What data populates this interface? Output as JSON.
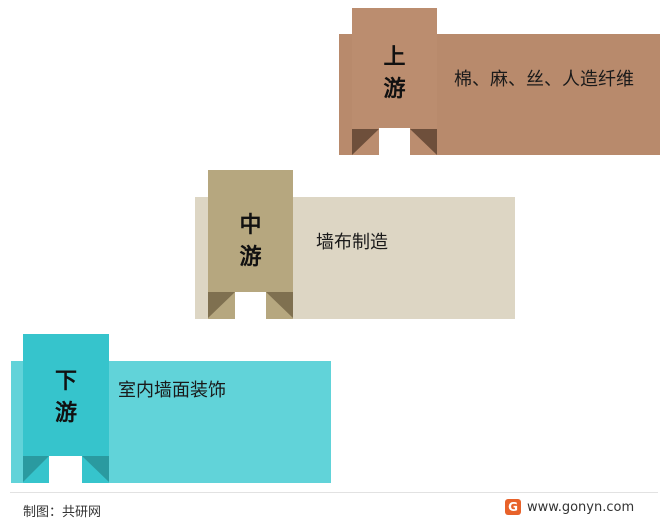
{
  "stages": {
    "upstream": {
      "tab": [
        "上",
        "游"
      ],
      "text": "棉、麻、丝、人造纤维",
      "panel_color": "#b88a6c",
      "tab_color": "#bb8d6f"
    },
    "midstream": {
      "tab": [
        "中",
        "游"
      ],
      "text": "墙布制造",
      "panel_color": "#ddd6c4",
      "tab_color": "#b6a77f"
    },
    "downstream": {
      "tab": [
        "下",
        "游"
      ],
      "text": "室内墙面装饰",
      "panel_color": "#61d3d9",
      "tab_color": "#36c4cc"
    }
  },
  "footer": {
    "source": "制图：共研网",
    "site": "www.gonyn.com",
    "logo_letter": "G",
    "logo_color": "#e8622a"
  }
}
